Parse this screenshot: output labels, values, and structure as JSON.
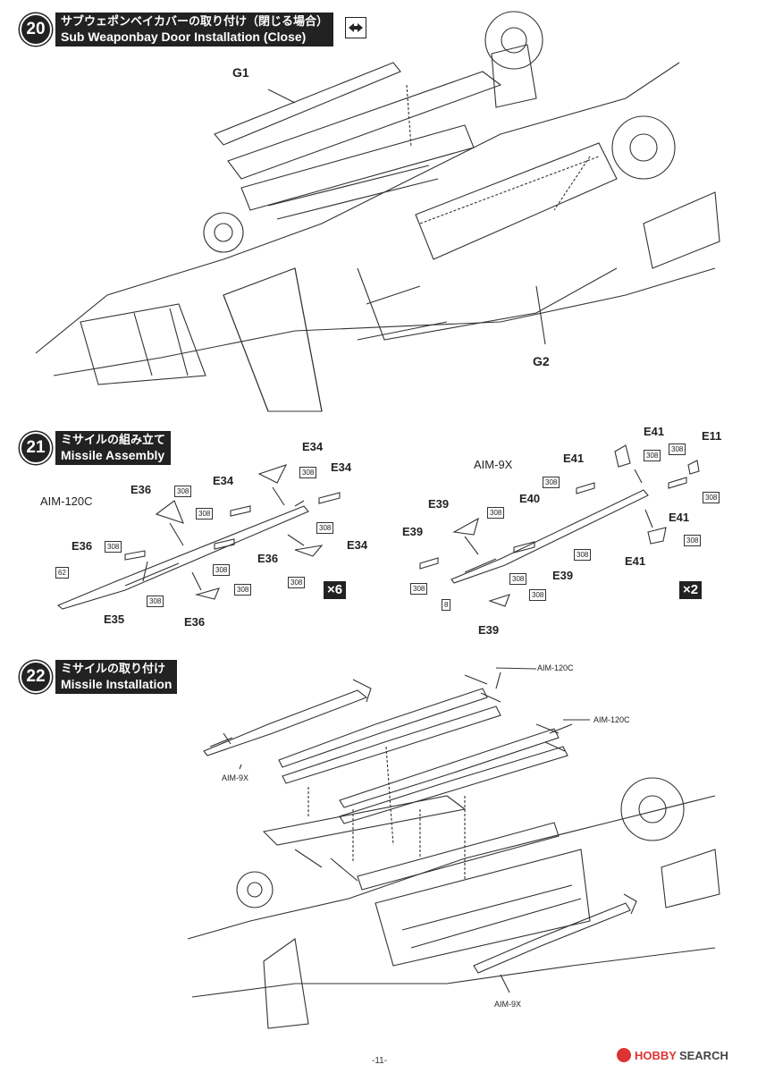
{
  "steps": [
    {
      "num": "20",
      "jp": "サブウェポンベイカバーの取り付け（閉じる場合）",
      "en": "Sub Weaponbay Door Installation (Close)"
    },
    {
      "num": "21",
      "jp": "ミサイルの組み立て",
      "en": "Missile Assembly"
    },
    {
      "num": "22",
      "jp": "ミサイルの取り付け",
      "en": "Missile Installation"
    }
  ],
  "step20_labels": {
    "g1": "G1",
    "g2": "G2"
  },
  "step21": {
    "aim120c": "AIM-120C",
    "aim9x": "AIM-9X",
    "parts": [
      "E34",
      "E34",
      "E34",
      "E34",
      "E36",
      "E36",
      "E36",
      "E36",
      "E35",
      "E41",
      "E41",
      "E41",
      "E41",
      "E11",
      "E39",
      "E39",
      "E39",
      "E39",
      "E40"
    ],
    "codes": [
      "308",
      "62",
      "8"
    ],
    "mult_a": "×6",
    "mult_b": "×2"
  },
  "step22": {
    "aim120c": "AIM-120C",
    "aim9x": "AIM-9X"
  },
  "page_number": "-11-",
  "watermark": {
    "a": "HOBBY",
    "b": "SEARCH"
  }
}
